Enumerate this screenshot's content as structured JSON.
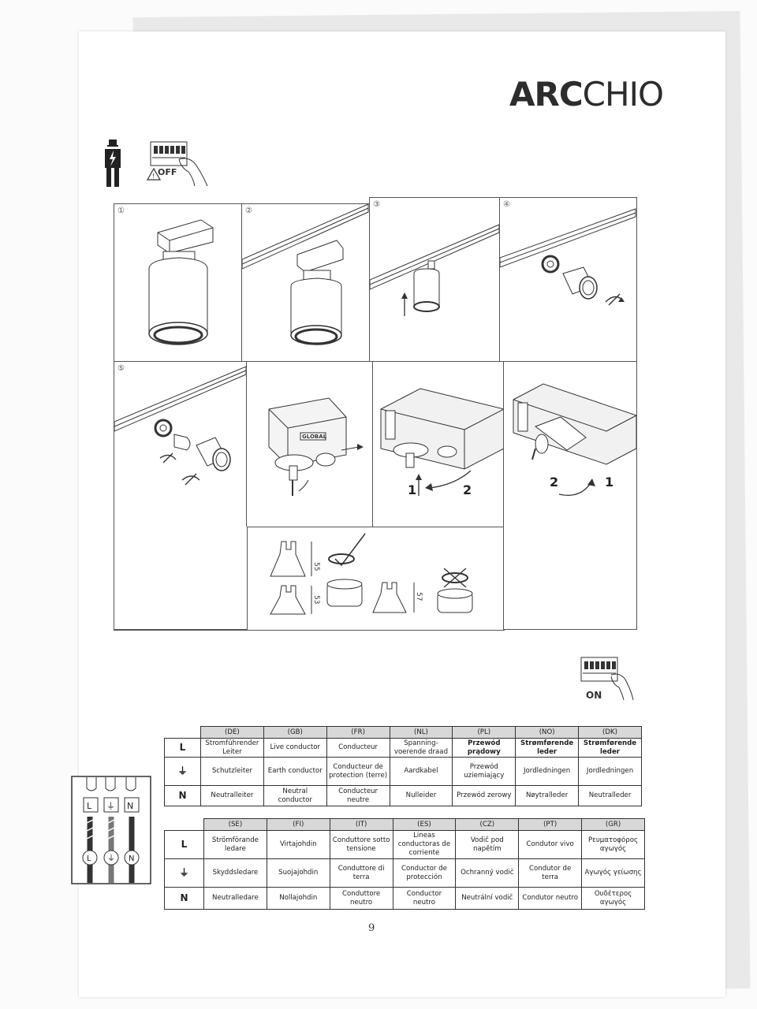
{
  "brand": {
    "name_bold": "ARC",
    "name_light": "CHIO"
  },
  "power_off_label": "OFF",
  "power_on_label": "ON",
  "page_number": "9",
  "panels": [
    {
      "number": "①"
    },
    {
      "number": "②"
    },
    {
      "number": "③"
    },
    {
      "number": "④"
    },
    {
      "number": "⑤"
    }
  ],
  "rotation_steps": {
    "step1": "1",
    "step2": "2"
  },
  "bulb_dimensions": {
    "ok": "55",
    "small": "53",
    "large": "57"
  },
  "adapter_brand": "GLOBAL",
  "wiring_labels": {
    "live": "L",
    "earth": "⏚",
    "neutral": "N"
  },
  "table1": {
    "headers": [
      "(DE)",
      "(GB)",
      "(FR)",
      "(NL)",
      "(PL)",
      "(NO)",
      "(DK)"
    ],
    "rows": [
      {
        "symbol": "L",
        "cells": [
          "Stromführender Leiter",
          "Live conductor",
          "Conducteur",
          "Spanning-voerende draad",
          "Przewód prądowy",
          "Strømførende leder",
          "Strømførende leder"
        ]
      },
      {
        "symbol": "⏚",
        "cells": [
          "Schutzleiter",
          "Earth conductor",
          "Conducteur de protection (terre)",
          "Aardkabel",
          "Przewód uziemiający",
          "Jordledningen",
          "Jordledningen"
        ]
      },
      {
        "symbol": "N",
        "cells": [
          "Neutralleiter",
          "Neutral conductor",
          "Conducteur neutre",
          "Nulleider",
          "Przewód zerowy",
          "Nøytralleder",
          "Neutralleder"
        ]
      }
    ]
  },
  "table2": {
    "headers": [
      "(SE)",
      "(FI)",
      "(IT)",
      "(ES)",
      "(CZ)",
      "(PT)",
      "(GR)"
    ],
    "rows": [
      {
        "symbol": "L",
        "cells": [
          "Strömförande ledare",
          "Virtajohdin",
          "Conduttore sotto tensione",
          "Lineas conductoras de corriente",
          "Vodič pod napětím",
          "Condutor vivo",
          "Ρευματοφόρος αγωγός"
        ]
      },
      {
        "symbol": "⏚",
        "cells": [
          "Skyddsledare",
          "Suojajohdin",
          "Conduttore di terra",
          "Conductor de protección",
          "Ochranný vodič",
          "Condutor de terra",
          "Αγωγός γείωσης"
        ]
      },
      {
        "symbol": "N",
        "cells": [
          "Neutralledare",
          "Nollajohdin",
          "Conduttore neutro",
          "Conductor neutro",
          "Neutrální vodič",
          "Condutor neutro",
          "Ουδέτερος αγωγός"
        ]
      }
    ]
  }
}
